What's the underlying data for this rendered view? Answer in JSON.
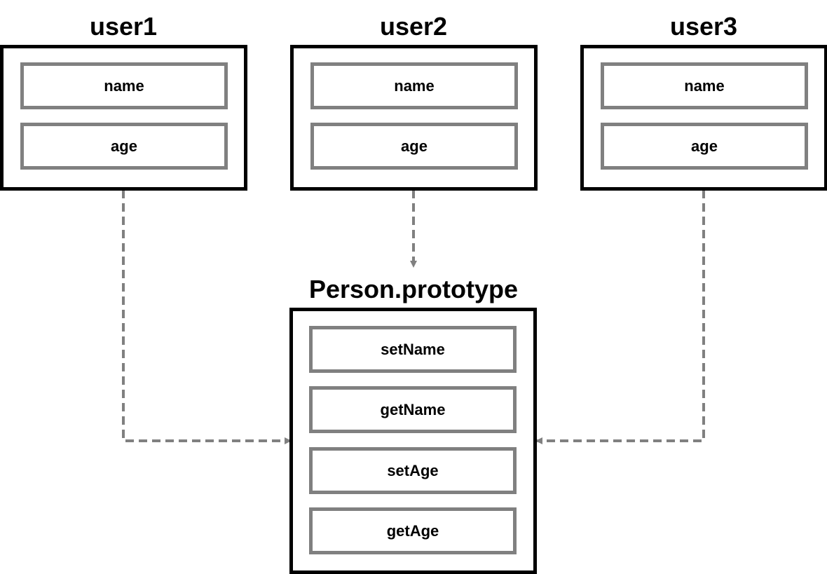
{
  "colors": {
    "outer_border": "#000000",
    "field_border": "#808080",
    "arrow": "#808080"
  },
  "instances": [
    {
      "title": "user1",
      "fields": [
        "name",
        "age"
      ]
    },
    {
      "title": "user2",
      "fields": [
        "name",
        "age"
      ]
    },
    {
      "title": "user3",
      "fields": [
        "name",
        "age"
      ]
    }
  ],
  "prototype": {
    "title": "Person.prototype",
    "methods": [
      "setName",
      "getName",
      "setAge",
      "getAge"
    ]
  }
}
